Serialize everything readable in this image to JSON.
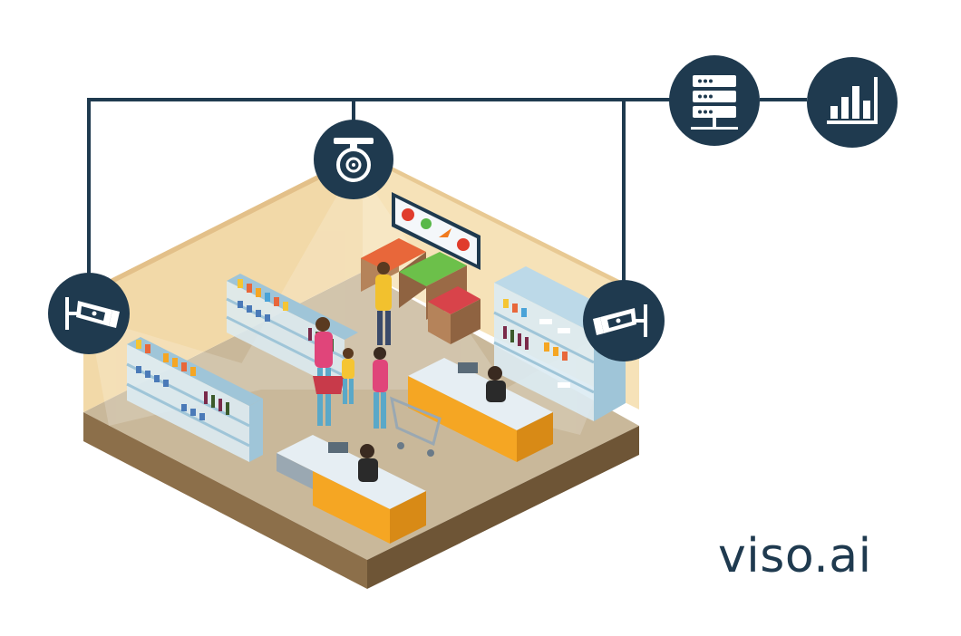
{
  "brand": {
    "text": "viso.ai",
    "color": "#1f3a4f"
  },
  "colors": {
    "network": "#1f3a4f",
    "floor": "#8c6f4a",
    "floor_top": "#c9b89a",
    "wall_left": "#f2d9a8",
    "wall_right": "#f6e2b8",
    "counter": "#f5a623",
    "shelf": "#dcebf3",
    "shelf_edge": "#9fc5d8"
  },
  "nodes": [
    {
      "name": "camera-left-icon",
      "icon": "security-camera"
    },
    {
      "name": "camera-dome-icon",
      "icon": "dome-camera"
    },
    {
      "name": "camera-right-icon",
      "icon": "security-camera"
    },
    {
      "name": "server-icon",
      "icon": "server-rack"
    },
    {
      "name": "analytics-icon",
      "icon": "bar-chart"
    }
  ],
  "tv_items": [
    "tomato-icon",
    "pepper-icon",
    "carrot-icon",
    "tomato-icon"
  ]
}
